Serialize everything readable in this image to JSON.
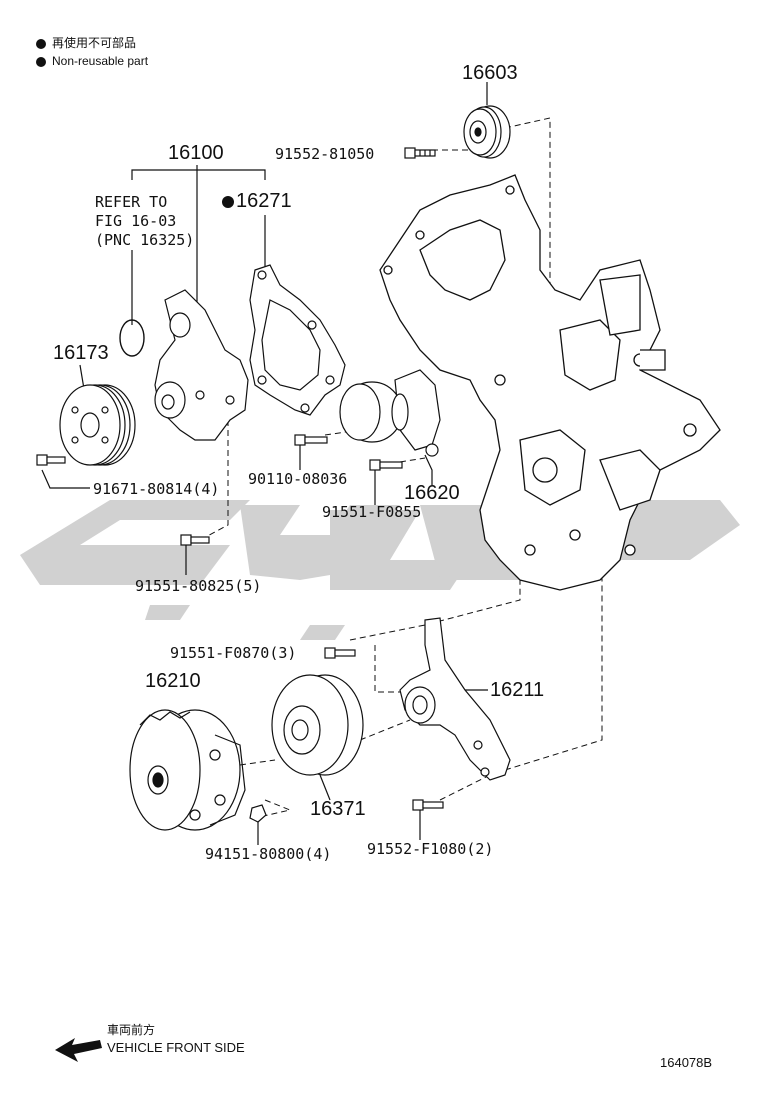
{
  "legend": {
    "non_reusable_cn": "再使用不可部品",
    "non_reusable_en": "Non-reusable part"
  },
  "parts": {
    "p16603": "16603",
    "p91552_81050": "91552-81050",
    "p16100": "16100",
    "refer_line1": "REFER TO",
    "refer_line2": "FIG 16-03",
    "refer_line3": "(PNC 16325)",
    "p16271": "16271",
    "p16173": "16173",
    "p90110_08036": "90110-08036",
    "p16620": "16620",
    "p91671_80814": "91671-80814(4)",
    "p91551_F0855": "91551-F0855",
    "p91551_80825": "91551-80825(5)",
    "p91551_F0870": "91551-F0870(3)",
    "p16210": "16210",
    "p16211": "16211",
    "p16371": "16371",
    "p94151_80800": "94151-80800(4)",
    "p91552_F1080": "91552-F1080(2)"
  },
  "footer": {
    "direction_cn": "車両前方",
    "direction_en": "VEHICLE FRONT SIDE",
    "figure_code": "164078B"
  },
  "watermark": {
    "color": "#cccccc"
  }
}
